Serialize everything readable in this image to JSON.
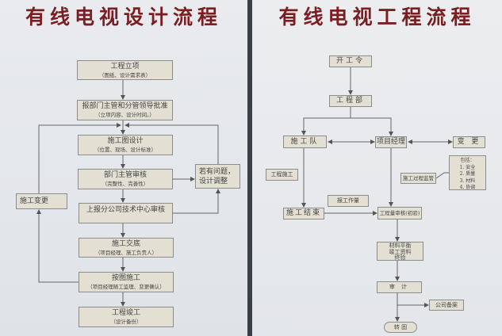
{
  "left": {
    "title": "有线电视设计流程",
    "boxes": [
      {
        "main": "工程立项",
        "sub": "（图纸、设计需求表）"
      },
      {
        "main": "报部门主管和分管领导批准",
        "sub": "（立项内容、设计时间。）"
      },
      {
        "main": "施工图设计",
        "sub": "（位置、现场、设计标准）"
      },
      {
        "main": "部门主管审核",
        "sub": "（完整性、完善性）"
      },
      {
        "main": "上报分公司技术中心审核"
      },
      {
        "main": "施工交底",
        "sub": "（项目经理、施工负责人）"
      },
      {
        "main": "按图施工",
        "sub": "（项目经理随工监理、变更确认）"
      },
      {
        "main": "工程竣工",
        "sub": "（设计备份）"
      }
    ],
    "side_problem": "若有问题，设计调整",
    "side_change": "施工变更"
  },
  "right": {
    "title": "有线电视工程流程",
    "start": "开工令",
    "dept": "工程部",
    "team": "施工队",
    "pm": "项目经理",
    "change": "变 更",
    "construct": "工程施工",
    "supervise": "施工过程监管",
    "includes": [
      "包括：",
      "1. 安全",
      "2. 质量",
      "3. 材料",
      "4. 协调"
    ],
    "report": "报工作量",
    "finish": "施工结束",
    "review": "工程量审核(初验)",
    "material": [
      "材料平衡",
      "竣工资料",
      "终验"
    ],
    "audit": "审 计",
    "filing": "公司备案",
    "transfer": "转 固"
  }
}
